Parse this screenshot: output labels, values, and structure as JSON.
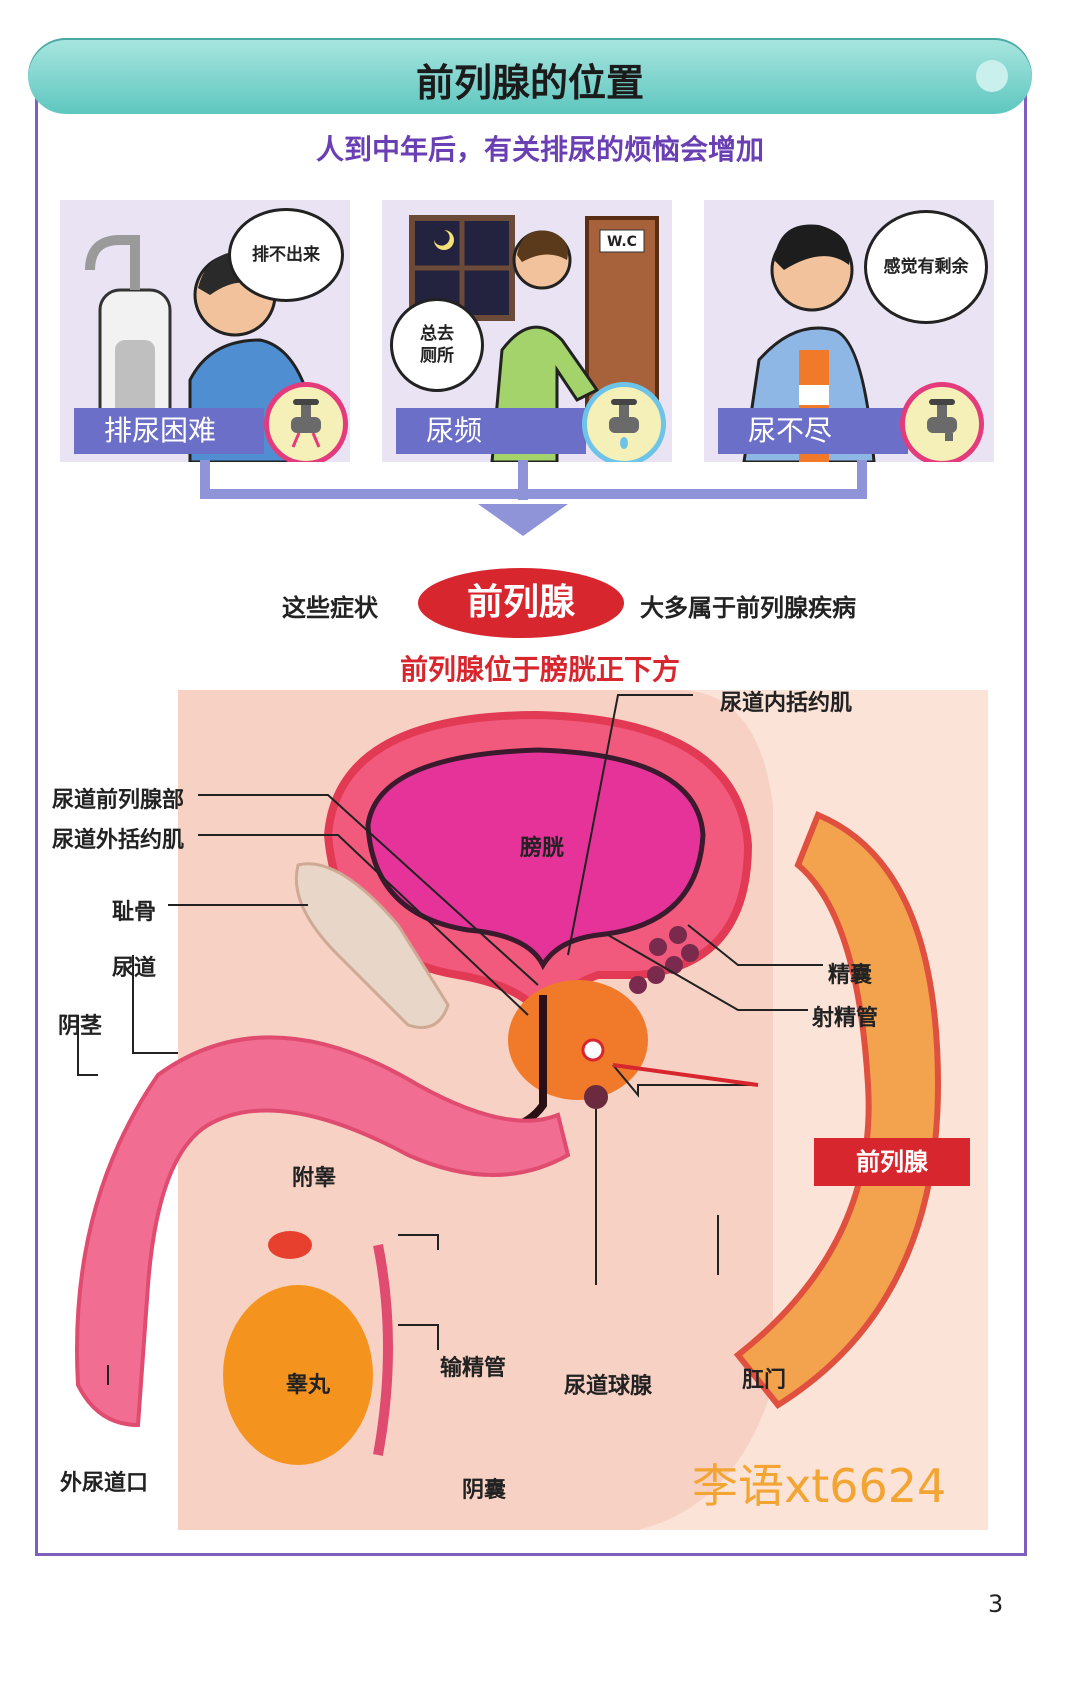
{
  "header": {
    "title": "前列腺的位置"
  },
  "subtitle": "人到中年后，有关排尿的烦恼会增加",
  "panels": [
    {
      "bubble": "排不出来",
      "label": "排尿困难",
      "icon": "dripping-faucet-icon"
    },
    {
      "bubble_line1": "总去",
      "bubble_line2": "厕所",
      "door": "W.C",
      "label": "尿频",
      "icon": "dripping-faucet-icon"
    },
    {
      "bubble": "感觉有剩余",
      "label": "尿不尽",
      "icon": "dripping-faucet-icon"
    }
  ],
  "summary": {
    "left": "这些症状",
    "center": "前列腺",
    "right": "大多属于前列腺疾病"
  },
  "location_note": "前列腺位于膀胱正下方",
  "labels": {
    "urethral_internal_sphincter": "尿道内括约肌",
    "prostatic_urethra": "尿道前列腺部",
    "urethral_external_sphincter": "尿道外括约肌",
    "pubic_bone": "耻骨",
    "urethra": "尿道",
    "penis": "阴茎",
    "bladder": "膀胱",
    "seminal_vesicle": "精囊",
    "ejaculatory_duct": "射精管",
    "prostate": "前列腺",
    "epididymis": "附睾",
    "testis": "睾丸",
    "vas_deferens": "输精管",
    "bulbourethral_gland": "尿道球腺",
    "anus": "肛门",
    "external_urethral_orifice": "外尿道口",
    "scrotum": "阴囊"
  },
  "watermark": "李语xt6624",
  "page_number": "3",
  "colors": {
    "accent_purple": "#6b6fc7",
    "prostate_red": "#d8262f",
    "title_teal": "#5ec7bf"
  }
}
